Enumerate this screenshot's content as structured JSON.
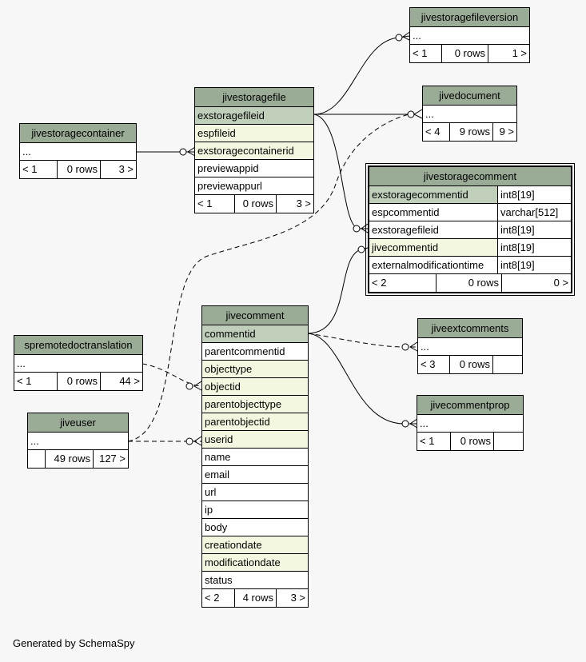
{
  "footer": "Generated by SchemaSpy",
  "tables": {
    "jivestoragefileversion": {
      "name": "jivestoragefileversion",
      "rows": [
        "..."
      ],
      "footer": [
        "< 1",
        "0 rows",
        "1 >"
      ]
    },
    "jivedocument": {
      "name": "jivedocument",
      "rows": [
        "..."
      ],
      "footer": [
        "< 4",
        "9 rows",
        "9 >"
      ]
    },
    "jivestoragecontainer": {
      "name": "jivestoragecontainer",
      "rows": [
        "..."
      ],
      "footer": [
        "< 1",
        "0 rows",
        "3 >"
      ]
    },
    "jivestoragefile": {
      "name": "jivestoragefile",
      "rows": [
        "exstoragefileid",
        "espfileid",
        "exstoragecontainerid",
        "previewappid",
        "previewappurl"
      ],
      "footer": [
        "< 1",
        "0 rows",
        "3 >"
      ]
    },
    "jivestoragecomment": {
      "name": "jivestoragecomment",
      "rows": [
        {
          "col": "exstoragecommentid",
          "type": "int8[19]"
        },
        {
          "col": "espcommentid",
          "type": "varchar[512]"
        },
        {
          "col": "exstoragefileid",
          "type": "int8[19]"
        },
        {
          "col": "jivecommentid",
          "type": "int8[19]"
        },
        {
          "col": "externalmodificationtime",
          "type": "int8[19]"
        }
      ],
      "footer": [
        "< 2",
        "0 rows",
        "0 >"
      ]
    },
    "spremotedoctranslation": {
      "name": "spremotedoctranslation",
      "rows": [
        "..."
      ],
      "footer": [
        "< 1",
        "0 rows",
        "44 >"
      ]
    },
    "jiveuser": {
      "name": "jiveuser",
      "rows": [
        "..."
      ],
      "footer": [
        "",
        "49 rows",
        "127 >"
      ]
    },
    "jivecomment": {
      "name": "jivecomment",
      "rows": [
        "commentid",
        "parentcommentid",
        "objecttype",
        "objectid",
        "parentobjecttype",
        "parentobjectid",
        "userid",
        "name",
        "email",
        "url",
        "ip",
        "body",
        "creationdate",
        "modificationdate",
        "status"
      ],
      "footer": [
        "< 2",
        "4 rows",
        "3 >"
      ]
    },
    "jiveextcomments": {
      "name": "jiveextcomments",
      "rows": [
        "..."
      ],
      "footer": [
        "< 3",
        "0 rows",
        ""
      ]
    },
    "jivecommentprop": {
      "name": "jivecommentprop",
      "rows": [
        "..."
      ],
      "footer": [
        "< 1",
        "0 rows",
        ""
      ]
    }
  },
  "colors": {
    "header": "#9aab96",
    "primary_key": "#bfcfba",
    "foreign_key": "#f4f7df",
    "background": "#f7f7f7"
  }
}
